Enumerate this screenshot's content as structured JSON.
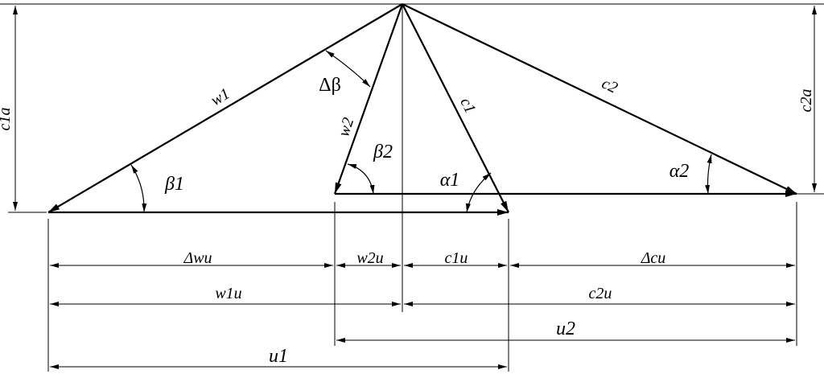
{
  "labels": {
    "c1a": "c1a",
    "c2a": "c2a",
    "w1": "w1",
    "c2": "c2",
    "delta_beta_sym": "Δβ",
    "w2": "w2",
    "c1": "c1",
    "beta2": "β2",
    "beta1": "β1",
    "alpha1": "α1",
    "alpha2": "α2",
    "delta_wu": "Δwu",
    "w2u": "w2u",
    "c1u": "c1u",
    "delta_cu": "Δcu",
    "w1u": "w1u",
    "c2u": "c2u",
    "u2": "u2",
    "u1": "u1"
  }
}
